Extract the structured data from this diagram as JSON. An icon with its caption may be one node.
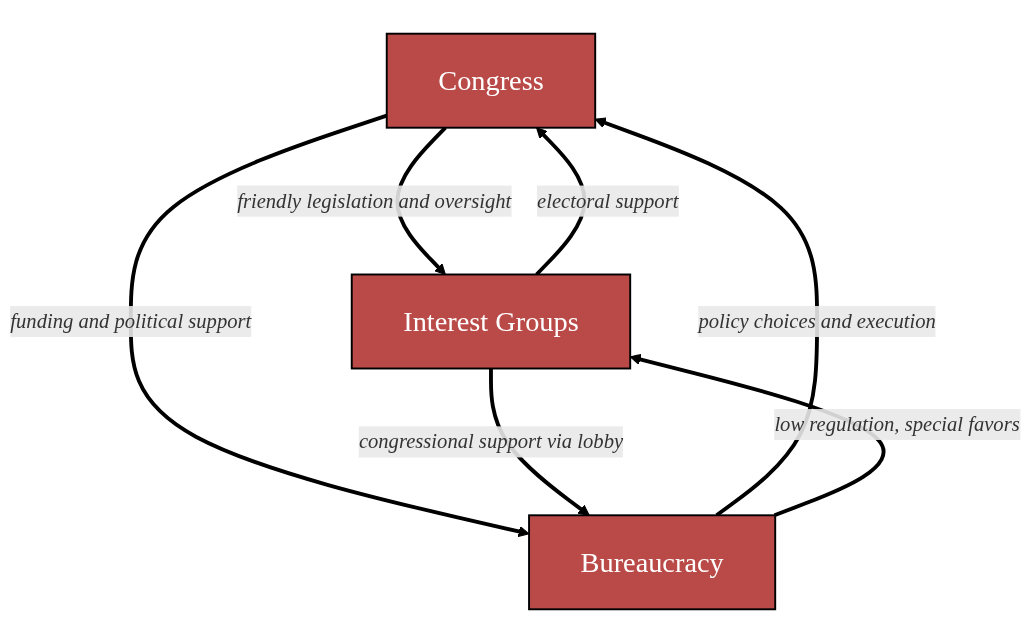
{
  "diagram": {
    "nodes": [
      {
        "text": [
          "Congress"
        ]
      },
      {
        "text": [
          "Interest Groups"
        ]
      },
      {
        "text": [
          "Bureaucracy"
        ]
      }
    ],
    "edges": [
      {
        "from": 1,
        "to": 0,
        "arrow": "to",
        "label": "electoral support"
      },
      {
        "from": 0,
        "to": 1,
        "arrow": "to",
        "label": "friendly legislation and oversight"
      },
      {
        "from": 2,
        "to": 0,
        "arrow": "to",
        "label": "policy choices and execution"
      },
      {
        "from": 0,
        "to": 2,
        "arrow": "to",
        "label": "funding and political support"
      },
      {
        "from": 1,
        "to": 2,
        "arrow": "to",
        "label": "congressional support via lobby"
      },
      {
        "from": 2,
        "to": 1,
        "arrow": "to",
        "label": "low regulation, special favors"
      }
    ]
  }
}
